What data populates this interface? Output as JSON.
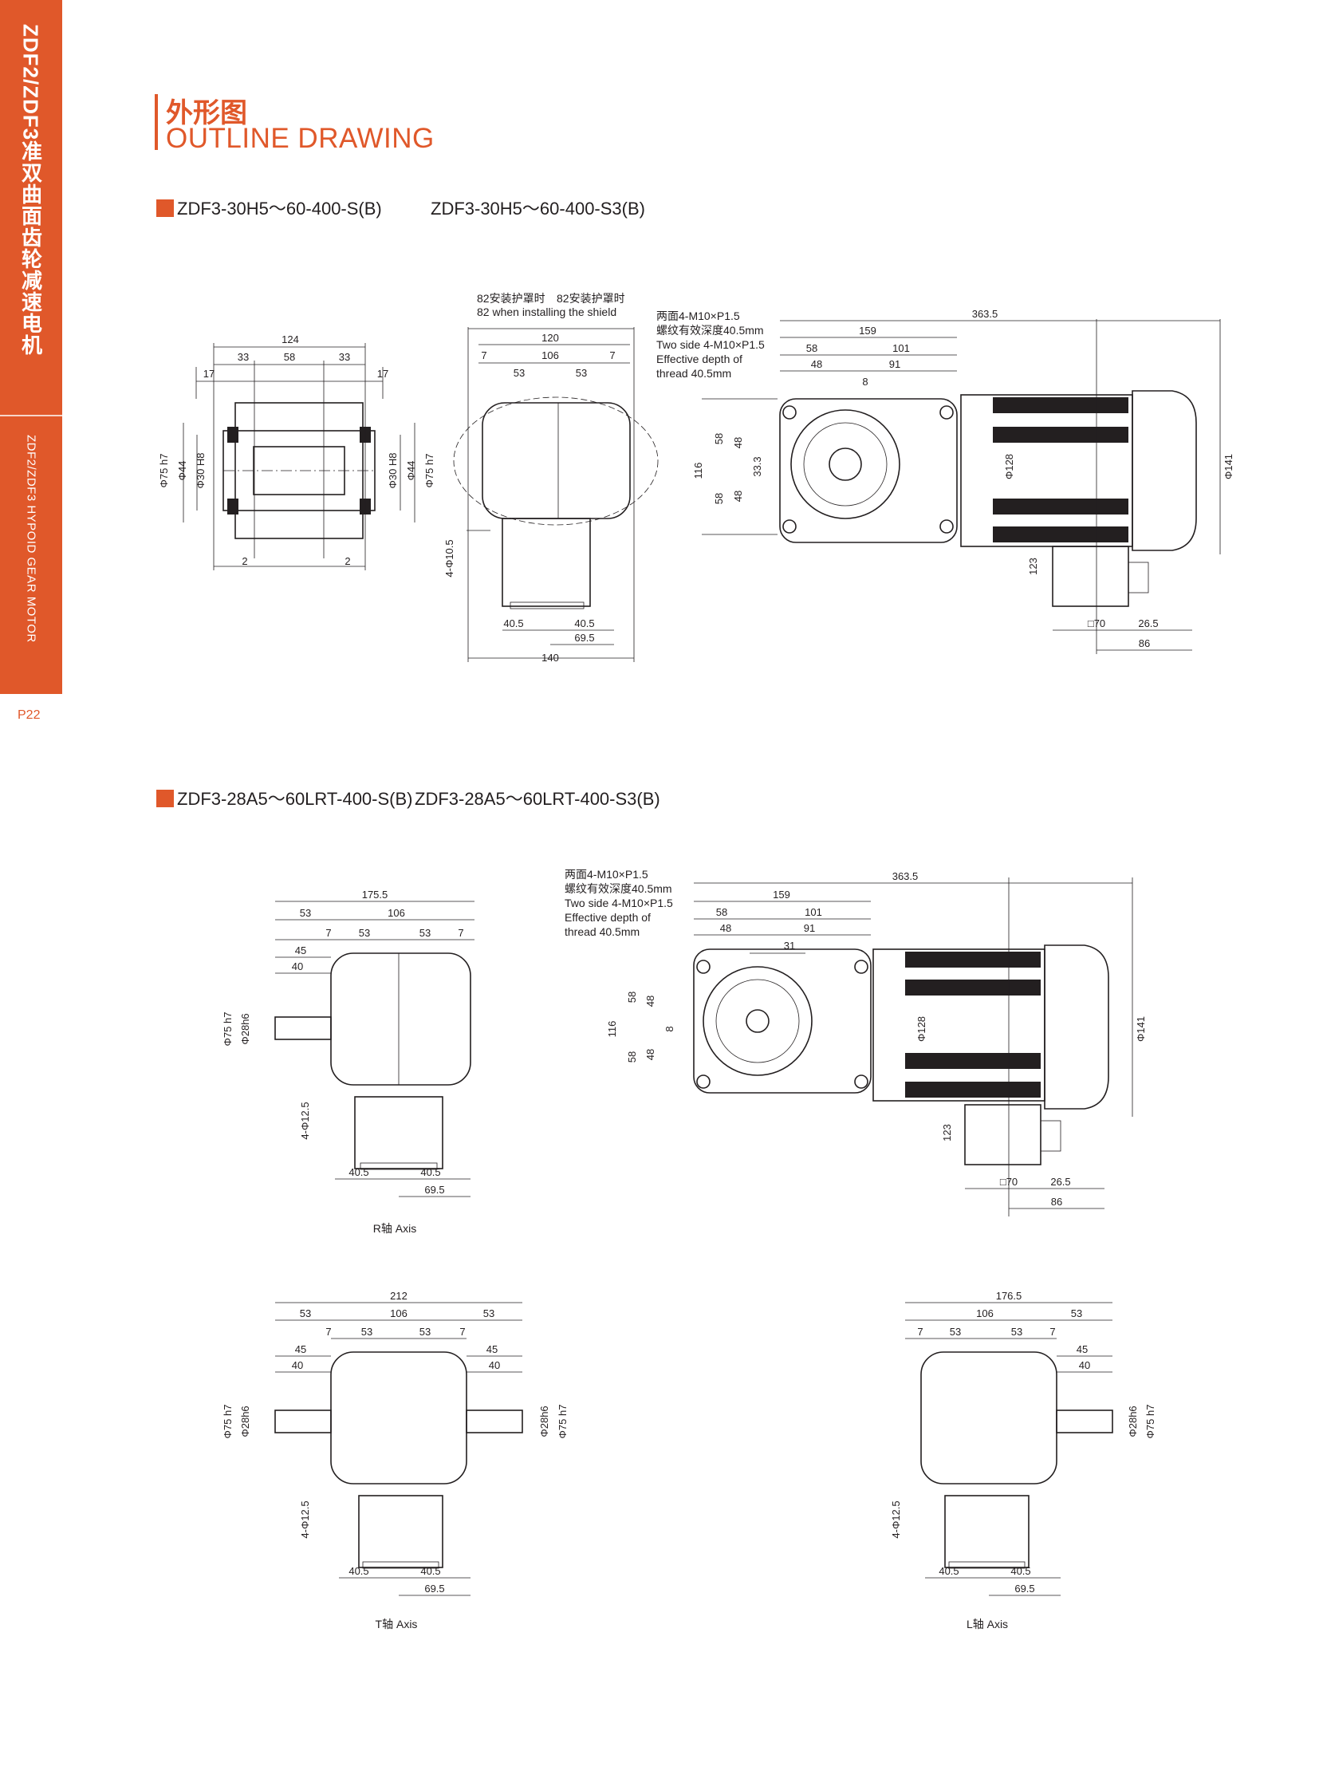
{
  "sidebar": {
    "series_title": "ZDF2/ZDF3准双曲面齿轮减速电机",
    "series_title_en": "ZDF2/ZDF3 HYPOID GEAR MOTOR",
    "page": "P22",
    "color": "#e0582a"
  },
  "heading": {
    "cn": "外形图",
    "en": "OUTLINE DRAWING"
  },
  "models": {
    "a": "ZDF3-30H5～60-400-S(B)",
    "b": "ZDF3-30H5～60-400-S3(B)",
    "c": "ZDF3-28A5～60LRT-400-S(B)",
    "d": "ZDF3-28A5～60LRT-400-S3(B)"
  },
  "notes": {
    "shield_cn": "82安装护罩时",
    "shield_cn2": "82安装护罩时",
    "shield_en": "82 when installing the shield",
    "thread_cn1": "两面4-M10×P1.5",
    "thread_cn2": "螺纹有效深度40.5mm",
    "thread_en1": "Two side 4-M10×P1.5",
    "thread_en2": "Effective depth of",
    "thread_en3": "thread 40.5mm"
  },
  "axis_labels": {
    "r": "R轴 Axis",
    "t": "T轴 Axis",
    "l": "L轴 Axis"
  },
  "dims1": {
    "w124": "124",
    "d33a": "33",
    "d58": "58",
    "d33b": "33",
    "d17a": "17",
    "d17b": "17",
    "phi75a": "Φ75 h7",
    "phi44a": "Φ44",
    "phi30a": "Φ30 H8",
    "phi30b": "Φ30 H8",
    "phi44b": "Φ44",
    "phi75b": "Φ75 h7",
    "d2a": "2",
    "d2b": "2"
  },
  "dims2": {
    "w120": "120",
    "d7a": "7",
    "d106": "106",
    "d7b": "7",
    "d53a": "53",
    "d53b": "53",
    "d4phi": "4-Φ10.5",
    "d405a": "40.5",
    "d405b": "40.5",
    "d695": "69.5",
    "d140": "140"
  },
  "dims3": {
    "w3635": "363.5",
    "d159": "159",
    "d58": "58",
    "d101": "101",
    "d48": "48",
    "d91": "91",
    "d8": "8",
    "d116": "116",
    "d58v1": "58",
    "d58v2": "58",
    "d48v1": "48",
    "d48v2": "48",
    "d333": "33.3",
    "phi128": "Φ128",
    "phi141": "Φ141",
    "d123": "123",
    "sq70": "□70",
    "d265": "26.5",
    "d86": "86"
  },
  "dims4": {
    "w1755": "175.5",
    "d53": "53",
    "d106": "106",
    "d7a": "7",
    "d53b": "53",
    "d53c": "53",
    "d7b": "7",
    "d45": "45",
    "d40": "40",
    "phi75": "Φ75 h7",
    "phi28": "Φ28h6",
    "d4phi": "4-Φ12.5",
    "d405a": "40.5",
    "d405b": "40.5",
    "d695": "69.5"
  },
  "dims5": {
    "w3635": "363.5",
    "d159": "159",
    "d58": "58",
    "d101": "101",
    "d48": "48",
    "d91": "91",
    "d31": "31",
    "d116": "116",
    "d58v1": "58",
    "d58v2": "58",
    "d48v1": "48",
    "d48v2": "48",
    "d8": "8",
    "phi128": "Φ128",
    "phi141": "Φ141",
    "d123": "123",
    "sq70": "□70",
    "d265": "26.5",
    "d86": "86"
  },
  "dims6": {
    "w212": "212",
    "d53a": "53",
    "d106": "106",
    "d53b": "53",
    "d7a": "7",
    "d53c": "53",
    "d53d": "53",
    "d7b": "7",
    "d45a": "45",
    "d45b": "45",
    "d40a": "40",
    "d40b": "40",
    "phi75a": "Φ75 h7",
    "phi28a": "Φ28h6",
    "phi28b": "Φ28h6",
    "phi75b": "Φ75 h7",
    "d4phi": "4-Φ12.5",
    "d405a": "40.5",
    "d405b": "40.5",
    "d695": "69.5"
  },
  "dims7": {
    "w1765": "176.5",
    "d106": "106",
    "d53": "53",
    "d7a": "7",
    "d53b": "53",
    "d53c": "53",
    "d7b": "7",
    "d45": "45",
    "d40": "40",
    "phi28": "Φ28h6",
    "phi75": "Φ75 h7",
    "d4phi": "4-Φ12.5",
    "d405a": "40.5",
    "d405b": "40.5",
    "d695": "69.5"
  }
}
